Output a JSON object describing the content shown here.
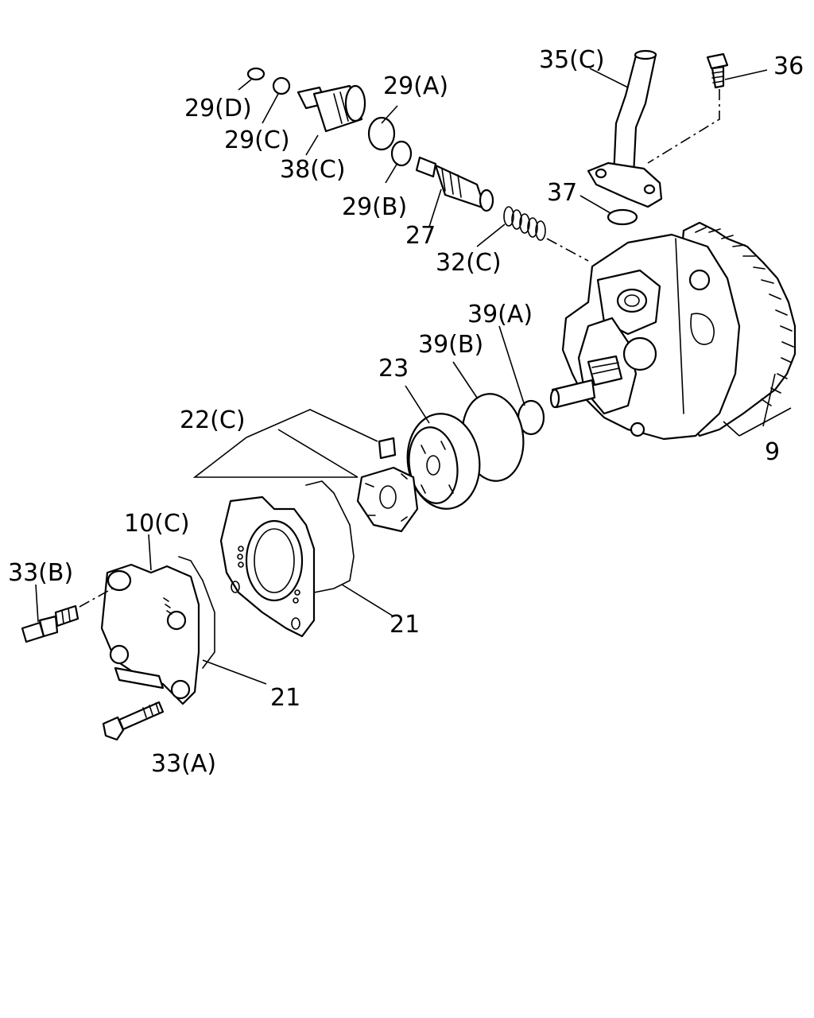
{
  "diagram": {
    "labels": [
      {
        "id": "l36",
        "text": "36"
      },
      {
        "id": "l35c",
        "text": "35(C)"
      },
      {
        "id": "l29a",
        "text": "29(A)"
      },
      {
        "id": "l29d",
        "text": "29(D)"
      },
      {
        "id": "l29c",
        "text": "29(C)"
      },
      {
        "id": "l38c",
        "text": "38(C)"
      },
      {
        "id": "l37",
        "text": "37"
      },
      {
        "id": "l29b",
        "text": "29(B)"
      },
      {
        "id": "l27",
        "text": "27"
      },
      {
        "id": "l32c",
        "text": "32(C)"
      },
      {
        "id": "l39a",
        "text": "39(A)"
      },
      {
        "id": "l39b",
        "text": "39(B)"
      },
      {
        "id": "l23",
        "text": "23"
      },
      {
        "id": "l22c",
        "text": "22(C)"
      },
      {
        "id": "l9",
        "text": "9"
      },
      {
        "id": "l10c",
        "text": "10(C)"
      },
      {
        "id": "l33b",
        "text": "33(B)"
      },
      {
        "id": "l21a",
        "text": "21"
      },
      {
        "id": "l21b",
        "text": "21"
      },
      {
        "id": "l33a",
        "text": "33(A)"
      }
    ]
  }
}
